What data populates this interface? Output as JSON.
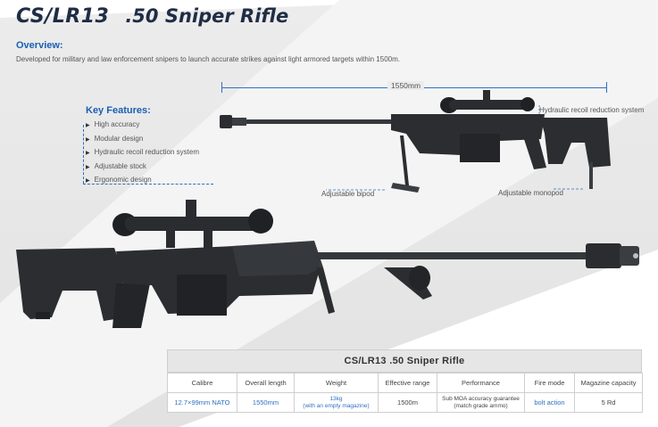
{
  "header": {
    "model": "CS/LR13",
    "name": ".50 Sniper Rifle"
  },
  "overview": {
    "heading": "Overview:",
    "text": "Developed for military and law enforcement snipers to launch accurate strikes against light armored targets within 1500m."
  },
  "key_features": {
    "heading": "Key Features:",
    "items": [
      "High accuracy",
      "Modular design",
      "Hydraulic recoil reduction system",
      "Adjustable stock",
      "Ergonomic design"
    ]
  },
  "dimension": {
    "label": "1550mm"
  },
  "callouts": {
    "recoil": "Hydraulic recoil reduction system",
    "bipod": "Adjustable bipod",
    "monopod": "Adjustable monopod"
  },
  "spec_table": {
    "title": "CS/LR13  .50 Sniper Rifle",
    "headers": [
      "Calibre",
      "Overall length",
      "Weight",
      "Effective range",
      "Performance",
      "Fire mode",
      "Magazine capacity"
    ],
    "calibre": "12.7×99mm NATO",
    "overall_length": "1550mm",
    "weight_main": "13kg",
    "weight_note": "(with an empty magazine)",
    "effective_range": "1500m",
    "performance_main": "Sub MOA accuracy guarantee",
    "performance_note": "(match grade ammo)",
    "fire_mode": "bolt action",
    "magazine_capacity": "5 Rd"
  },
  "colors": {
    "title": "#1f2d45",
    "accent": "#1a5fb4",
    "table_border": "#cfcfcf",
    "rifle": "#2b2d30"
  }
}
